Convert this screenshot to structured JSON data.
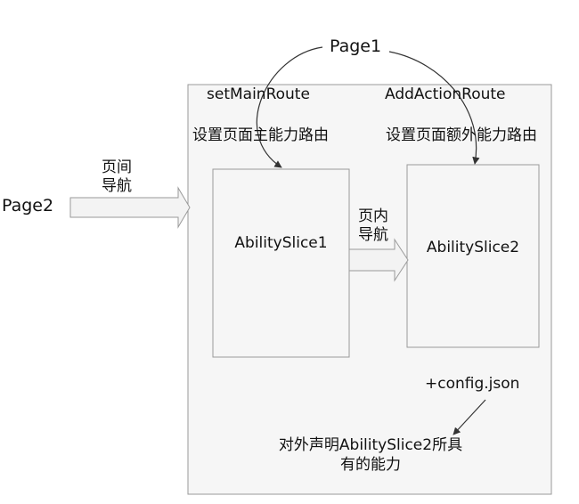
{
  "nodes": {
    "page1": "Page1",
    "page2": "Page2",
    "ability_slice_1": "AbilitySlice1",
    "ability_slice_2": "AbilitySlice2"
  },
  "routes": {
    "set_main_route": "setMainRoute",
    "set_main_route_desc": "设置页面主能力路由",
    "add_action_route": "AddActionRoute",
    "add_action_route_desc": "设置页面额外能力路由"
  },
  "navigation": {
    "inter_page_line1": "页间",
    "inter_page_line2": "导航",
    "intra_page_line1": "页内",
    "intra_page_line2": "导航"
  },
  "config": {
    "file": "+config.json",
    "declaration_line1": "对外声明AbilitySlice2所具",
    "declaration_line2": "有的能力"
  }
}
